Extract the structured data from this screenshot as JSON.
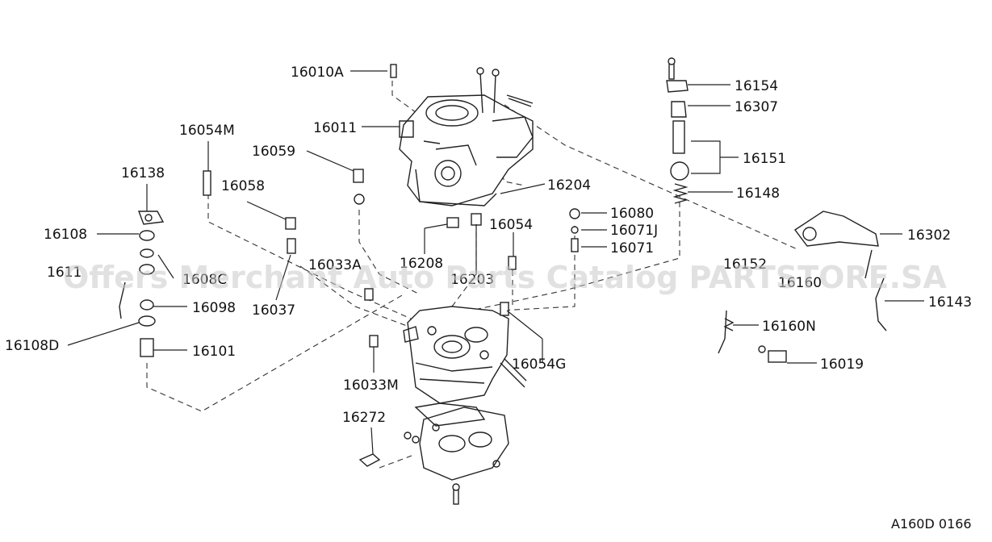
{
  "labels": {
    "l16010A": "16010A",
    "l16011": "16011",
    "l16054M": "16054M",
    "l16059": "16059",
    "l16138": "16138",
    "l16058": "16058",
    "l16108": "16108",
    "l1611": "1611",
    "l1608C": "1608C",
    "l16037": "16037",
    "l16033A": "16033A",
    "l16098": "16098",
    "l16108D": "16108D",
    "l16101": "16101",
    "l16033M": "16033M",
    "l16272": "16272",
    "l16208": "16208",
    "l16203": "16203",
    "l16054": "16054",
    "l16204": "16204",
    "l16080": "16080",
    "l16071J": "16071J",
    "l16071": "16071",
    "l16054G": "16054G",
    "l16154": "16154",
    "l16307": "16307",
    "l16151": "16151",
    "l16148": "16148",
    "l16302": "16302",
    "l16152": "16152",
    "l16160": "16160",
    "l16143": "16143",
    "l16160N": "16160N",
    "l16019": "16019"
  },
  "watermark": "Offers Merchant Auto Parts Catalog PARTSTORE.SA",
  "diagram_code": "A160D 0166"
}
